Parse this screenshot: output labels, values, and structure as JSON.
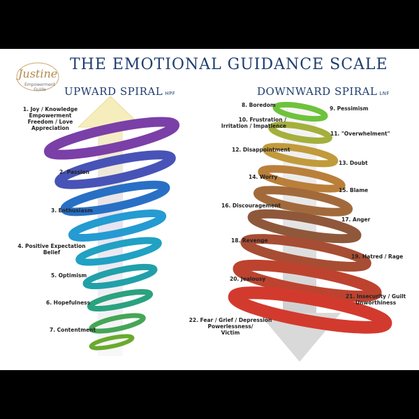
{
  "title": "THE EMOTIONAL GUIDANCE SCALE",
  "logo": {
    "script": "Justine",
    "tagline": "Empowerment\nGuide"
  },
  "upward": {
    "heading": "UPWARD SPIRAL",
    "tag": "HPF",
    "levels": [
      "1. Joy / Knowledge\nEmpowerment\nFreedom / Love\nAppreciation",
      "2. Passion",
      "3. Enthusiasm",
      "4. Positive Expectation\nBelief",
      "5. Optimism",
      "6. Hopefulness",
      "7. Contentment"
    ]
  },
  "downward": {
    "heading": "DOWNWARD SPIRAL",
    "tag": "LNF",
    "levels": [
      "8. Boredom",
      "9. Pessimism",
      "10. Frustration /\nIrritation / Impatience",
      "11. \"Overwhelment\"",
      "12. Disappointment",
      "13. Doubt",
      "14. Worry",
      "15. Blame",
      "16. Discouragement",
      "17. Anger",
      "18. Revenge",
      "19. Hatred / Rage",
      "20. Jealousy",
      "21. Insecurity / Guilt\nUnworthiness",
      "22. Fear / Grief / Depression\nPowerlessness/\nVictim"
    ]
  },
  "colors": {
    "upward_gradient": [
      "#7b3fa8",
      "#2a5fc0",
      "#23a3d4",
      "#1f9fb2",
      "#2fa36e",
      "#6aaa2e"
    ],
    "downward_gradient": [
      "#6fc23c",
      "#c4a43d",
      "#b97a3a",
      "#8a5a3c",
      "#b04830",
      "#d33a2e"
    ],
    "title": "#1f3d6e"
  }
}
